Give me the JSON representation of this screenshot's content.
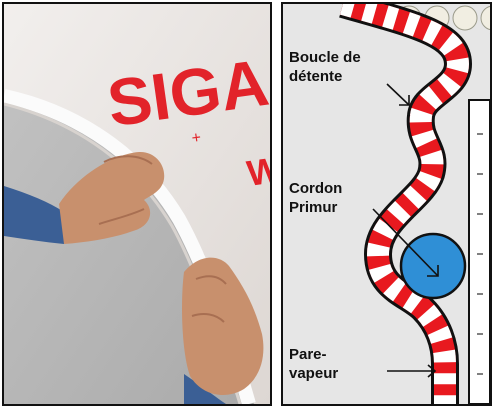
{
  "photo": {
    "sheet_lettering": [
      "SIGA",
      "+",
      "W"
    ],
    "colors": {
      "lettering": "#e2232a",
      "membrane": "#e9e4e1",
      "substrate": "#b9b9b9",
      "skin": "#c8906d",
      "sleeve": "#3b5f95"
    }
  },
  "diagram": {
    "labels": {
      "relief_loop_line1": "Boucle de",
      "relief_loop_line2": "détente",
      "bead_line1": "Cordon",
      "bead_line2": "Primur",
      "barrier_line1": "Pare-",
      "barrier_line2": "vapeur"
    },
    "colors": {
      "stripe_red": "#e8191f",
      "stripe_white": "#ffffff",
      "bead": "#2f8fd6",
      "background": "#e6e6e6",
      "outline": "#111111"
    },
    "icons": [
      "arrow-icon",
      "insulation-icon",
      "wall-icon"
    ]
  }
}
